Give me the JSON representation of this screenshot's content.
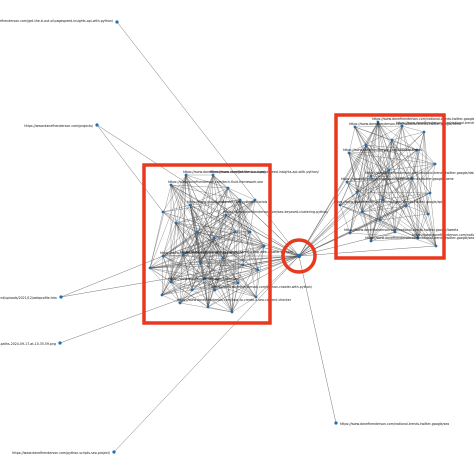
{
  "colors": {
    "highlight": "#e8391e",
    "node": "#1f6fb2",
    "edge": "#333333"
  },
  "outliers": [
    {
      "id": "o1",
      "label": "https://www.danefhenderson.com/get-the-b-out-of-pagespeed-insights-api-with-python/"
    },
    {
      "id": "o2",
      "label": "https://www.danefhenderson.com/projects/"
    },
    {
      "id": "o3",
      "label": "https://www.danefhenderson.com/wp-content/uploads/2021/12/webprofile.htm"
    },
    {
      "id": "o4",
      "label": "https://www.danefhenderson.com/screenshot-danfcapture.db.wp-paths-2024-09-17-at-10.35.59.png"
    },
    {
      "id": "o5",
      "label": "https://www.danefhenderson.com/python-scripts-seo-project/"
    },
    {
      "id": "o6",
      "label": "https://www.danefhenderson.com/national-trends-twitter-google/seo"
    }
  ],
  "left_cluster": {
    "labels": [
      "https://www.danefhenderson.com/get-the-b-out-pagespeed-insights-api-with-python/",
      "https://www.danefhenderson.com/tech-fluid-framework-seo",
      "https://www.danefhenderson.com/python-tutorials",
      "https://www.danefhenderson.com/",
      "https://www.danefhenderson.com/bulk-seo-analysis",
      "https://www.danefhenderson.com/screaming-frog-web-crawler-python/",
      "https://www.danefhenderson.com/twitter-api",
      "https://www.danefhenderson.com/python-crawler-with-python/",
      "https://www.danefhenderson.com/how-to-create-a-seo-content-checker",
      "https://www.danefhenderson.com/seo-keyword-clustering-python/"
    ]
  },
  "right_cluster": {
    "labels": [
      "https://www.danefhenderson.com/national-trends-twitter-google/trend",
      "https://www.danefhenderson.com/national-trends-twitter-google/about",
      "https://www.danefhenderson.com/national-trends-twitter-google/seo",
      "https://www.danefhenderson.com/national-trends",
      "https://www.danefhenderson.com/national-trends-twitter-google/home",
      "https://www.danefhenderson.com/national-trends-twitter-google/data",
      "https://www.danefhenderson.com/national-trends-twitter-google/api",
      "https://www.danefhenderson.com/national-trends-twitter-google/tweets",
      "https://www.danefhenderson.com/national-trends-twitter-google/search",
      "https://www.danefhenderson.com/national-trends-twitter-google/news"
    ]
  }
}
